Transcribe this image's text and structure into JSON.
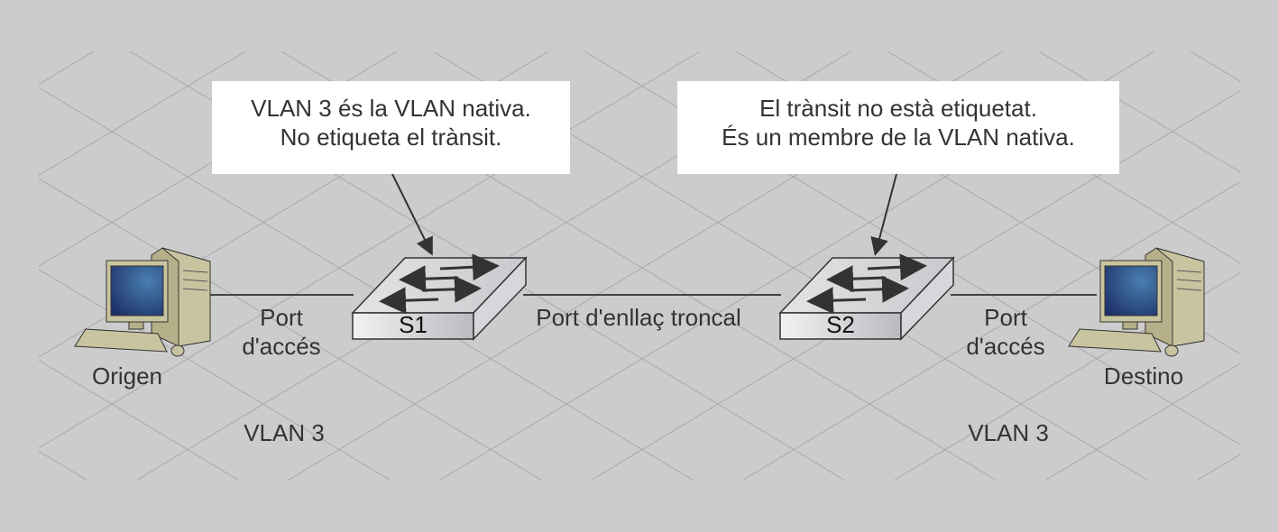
{
  "callouts": {
    "left": {
      "line1": "VLAN 3 és la VLAN nativa.",
      "line2": "No etiqueta el trànsit."
    },
    "right": {
      "line1": "El trànsit no està etiquetat.",
      "line2": "És un membre de la VLAN nativa."
    }
  },
  "devices": {
    "source": "Origen",
    "destination": "Destino",
    "switch1": "S1",
    "switch2": "S2"
  },
  "links": {
    "left_port_line1": "Port",
    "left_port_line2": "d'accés",
    "trunk": "Port d'enllaç troncal",
    "right_port_line1": "Port",
    "right_port_line2": "d'accés"
  },
  "vlans": {
    "left": "VLAN 3",
    "right": "VLAN 3"
  },
  "colors": {
    "background": "#cccccc",
    "grid": "#a9a9a9",
    "text": "#333333"
  }
}
